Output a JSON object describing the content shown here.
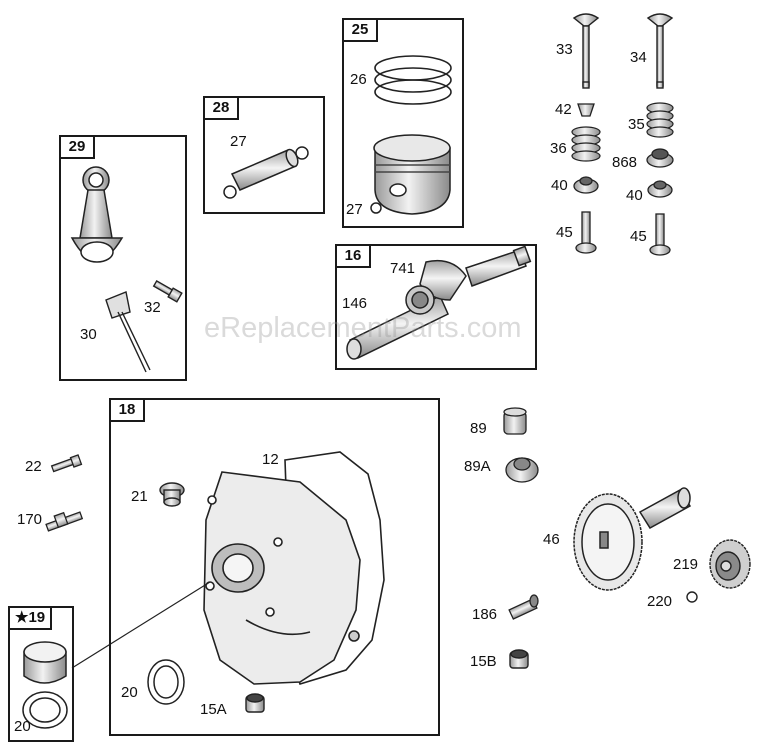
{
  "watermark": "eReplacementParts.com",
  "groups": {
    "g25": "25",
    "g28": "28",
    "g29": "29",
    "g16": "16",
    "g18": "18",
    "g19": "★19"
  },
  "callouts": {
    "c26": "26",
    "c27a": "27",
    "c27b": "27",
    "c32": "32",
    "c30": "30",
    "c33": "33",
    "c34": "34",
    "c42": "42",
    "c35": "35",
    "c36": "36",
    "c868": "868",
    "c40a": "40",
    "c40b": "40",
    "c45a": "45",
    "c45b": "45",
    "c741": "741",
    "c146": "146",
    "c12": "12",
    "c21": "21",
    "c22": "22",
    "c170": "170",
    "c20a": "20",
    "c20b": "20",
    "c15a": "15A",
    "c89": "89",
    "c89a": "89A",
    "c46": "46",
    "c219": "219",
    "c220": "220",
    "c186": "186",
    "c15b": "15B"
  }
}
